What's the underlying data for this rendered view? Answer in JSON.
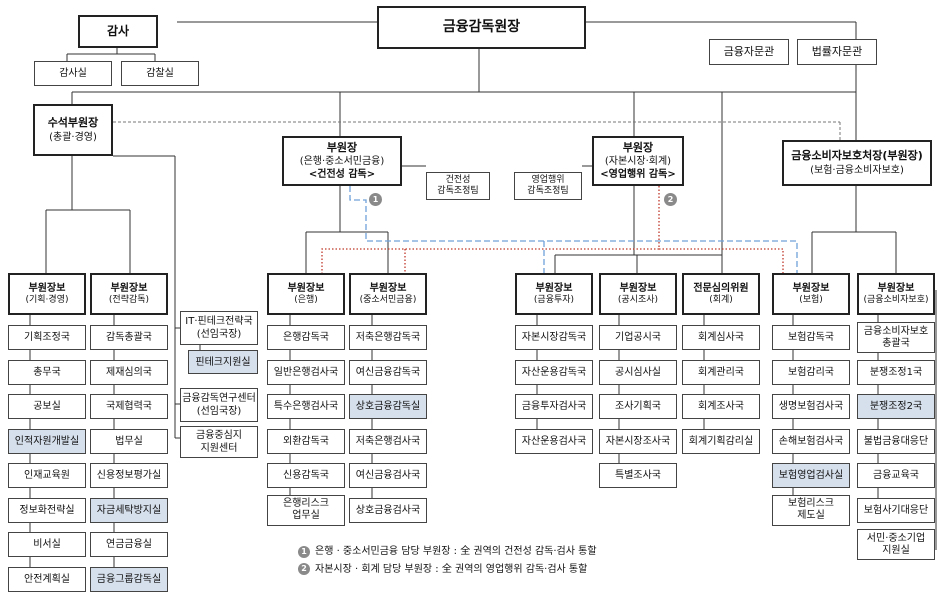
{
  "top": {
    "governor": "금융감독원장",
    "auditor": "감사",
    "audit_office": "감사실",
    "inspection_office": "감찰실",
    "advisor_fin": "금융자문관",
    "advisor_law": "법률자문관"
  },
  "senior_deputy": {
    "title": "수석부원장",
    "sub": "(총괄·경영)"
  },
  "deputy1": {
    "title": "부원장",
    "sub": "(은행·중소서민금융)",
    "tag": "<건전성 감독>"
  },
  "deputy2": {
    "title": "부원장",
    "sub": "(자본시장·회계)",
    "tag": "<영업행위 감독>"
  },
  "consumer": {
    "title": "금융소비자보호처장(부원장)",
    "sub": "(보험·금융소비자보호)"
  },
  "teams": {
    "soundness": [
      "건전성",
      "감독조정팀"
    ],
    "conduct": [
      "영업행위",
      "감독조정팀"
    ]
  },
  "markers": {
    "one": "1",
    "two": "2"
  },
  "side_units": {
    "it_fintech": [
      "IT·핀테크전략국",
      "(선임국장)"
    ],
    "fintech_support": "핀테크지원실",
    "research_center": [
      "금융감독연구센터",
      "(선임국장)"
    ],
    "hub_center": [
      "금융중심지",
      "지원센터"
    ]
  },
  "columns": [
    {
      "title": "부원장보",
      "sub": "(기획·경영)",
      "items": [
        [
          "기획조정국"
        ],
        [
          "총무국"
        ],
        [
          "공보실"
        ],
        [
          "인적자원개발실"
        ],
        [
          "인재교육원"
        ],
        [
          "정보화전략실"
        ],
        [
          "비서실"
        ],
        [
          "안전계획실"
        ]
      ],
      "hl": [
        3
      ]
    },
    {
      "title": "부원장보",
      "sub": "(전략감독)",
      "items": [
        [
          "감독총괄국"
        ],
        [
          "제재심의국"
        ],
        [
          "국제협력국"
        ],
        [
          "법무실"
        ],
        [
          "신용정보평가실"
        ],
        [
          "자금세탁방지실"
        ],
        [
          "연금금융실"
        ],
        [
          "금융그룹감독실"
        ]
      ],
      "hl": [
        5,
        7
      ]
    },
    {
      "title": "부원장보",
      "sub": "(은행)",
      "items": [
        [
          "은행감독국"
        ],
        [
          "일반은행검사국"
        ],
        [
          "특수은행검사국"
        ],
        [
          "외환감독국"
        ],
        [
          "신용감독국"
        ],
        [
          "은행리스크",
          "업무실"
        ]
      ],
      "hl": []
    },
    {
      "title": "부원장보",
      "sub": "(중소서민금융)",
      "items": [
        [
          "저축은행감독국"
        ],
        [
          "여신금융감독국"
        ],
        [
          "상호금융감독실"
        ],
        [
          "저축은행검사국"
        ],
        [
          "여신금융검사국"
        ],
        [
          "상호금융검사국"
        ]
      ],
      "hl": [
        2
      ]
    },
    {
      "title": "부원장보",
      "sub": "(금융투자)",
      "items": [
        [
          "자본시장감독국"
        ],
        [
          "자산운용감독국"
        ],
        [
          "금융투자검사국"
        ],
        [
          "자산운용검사국"
        ]
      ],
      "hl": []
    },
    {
      "title": "부원장보",
      "sub": "(공시조사)",
      "items": [
        [
          "기업공시국"
        ],
        [
          "공시심사실"
        ],
        [
          "조사기획국"
        ],
        [
          "자본시장조사국"
        ],
        [
          "특별조사국"
        ]
      ],
      "hl": []
    },
    {
      "title": "전문심의위원",
      "sub": "(회계)",
      "items": [
        [
          "회계심사국"
        ],
        [
          "회계관리국"
        ],
        [
          "회계조사국"
        ],
        [
          "회계기획감리실"
        ]
      ],
      "hl": []
    },
    {
      "title": "부원장보",
      "sub": "(보험)",
      "items": [
        [
          "보험감독국"
        ],
        [
          "보험감리국"
        ],
        [
          "생명보험검사국"
        ],
        [
          "손해보험검사국"
        ],
        [
          "보험영업검사실"
        ],
        [
          "보험리스크",
          "제도실"
        ]
      ],
      "hl": [
        4
      ]
    },
    {
      "title": "부원장보",
      "sub": "(금융소비자보호)",
      "items": [
        [
          "금융소비자보호",
          "총괄국"
        ],
        [
          "분쟁조정1국"
        ],
        [
          "분쟁조정2국"
        ],
        [
          "불법금융대응단"
        ],
        [
          "금융교육국"
        ],
        [
          "보험사기대응단"
        ],
        [
          "서민·중소기업",
          "지원실"
        ]
      ],
      "hl": [
        2
      ]
    }
  ],
  "legend": [
    {
      "num": "1",
      "text": "은행 · 중소서민금융 담당 부원장 : 全 권역의 건전성 감독·검사 통할"
    },
    {
      "num": "2",
      "text": "자본시장 · 회계 담당 부원장 : 全 권역의 영업행위 감독·검사 통할"
    }
  ],
  "colors": {
    "highlight": "#d6e0ec",
    "blue_dash": "#6fa0d8",
    "red_dot": "#c0392b",
    "line": "#333333"
  }
}
